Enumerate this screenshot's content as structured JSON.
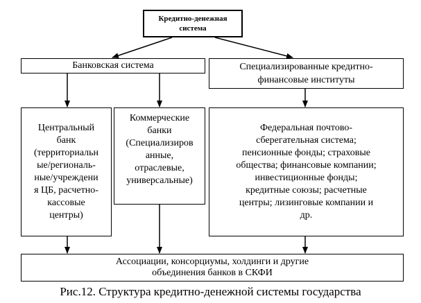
{
  "diagram": {
    "root": [
      "Кредитно-денежная",
      "система"
    ],
    "banking_system": "Банковская система",
    "specialized": [
      "Специализированные кредитно-",
      "финансовые институты"
    ],
    "central_bank": [
      "Центральный",
      "банк",
      "(территориальн",
      "ые/региональ-",
      "ные/учреждени",
      "я ЦБ, расчетно-",
      "кассовые",
      "центры)"
    ],
    "commercial_banks": [
      "Коммерческие",
      "банки",
      "(Специализиров",
      "анные,",
      "отраслевые,",
      "универсальные)"
    ],
    "other_institutions": [
      "Федеральная почтово-",
      "сберегательная система;",
      "пенсионные фонды; страховые",
      "общества; финансовые компании;",
      "инвестиционные фонды;",
      "кредитные союзы; расчетные",
      "центры; лизинговые компании и",
      "др."
    ],
    "associations": [
      "Ассоциации, консорциумы, холдинги и другие",
      "объединения банков в СКФИ"
    ]
  },
  "caption": "Рис.12. Структура кредитно-денежной системы государства"
}
